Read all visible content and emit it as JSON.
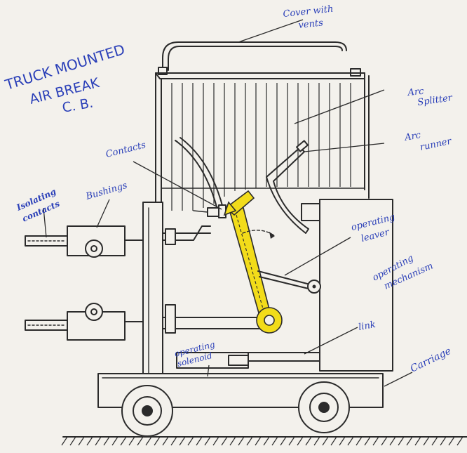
{
  "title": [
    "TRUCK MOUNTED",
    "AIR BREAK",
    "C. B."
  ],
  "labels": {
    "cover_with_vents": [
      "Cover with",
      "vents"
    ],
    "arc_splitter": [
      "Arc",
      "Splitter"
    ],
    "arc_runner": [
      "Arc",
      "runner"
    ],
    "contacts": "Contacts",
    "isolating_contacts": [
      "Isolating",
      "contacts"
    ],
    "bushings": "Bushings",
    "operating_lever": [
      "operating",
      "leaver"
    ],
    "operating_mechanism": [
      "operating",
      "mechanism"
    ],
    "link": "link",
    "operating_solenoid": [
      "operating",
      "solenoid"
    ],
    "carriage": "Carriage"
  },
  "colors": {
    "ink": "#2b2b2b",
    "handwriting": "#2a3fb8",
    "lever": "#f2dc1a",
    "paper": "#f3f1ec"
  }
}
